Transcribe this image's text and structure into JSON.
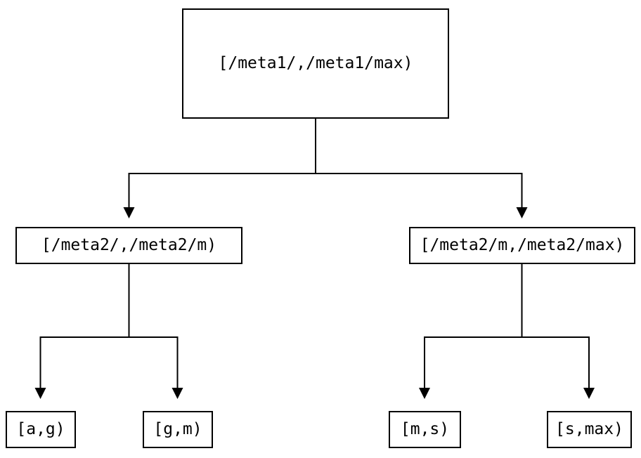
{
  "diagram": {
    "type": "binary-interval-tree",
    "background_color": "#ffffff",
    "line_color": "#000000",
    "node_border_color": "#000000",
    "node_fill_color": "#ffffff",
    "text_color": "#000000",
    "nodes": {
      "root": {
        "label": "[/meta1/,/meta1/max)"
      },
      "meta2_low": {
        "label": "[/meta2/,/meta2/m)"
      },
      "meta2_high": {
        "label": "[/meta2/m,/meta2/max)"
      },
      "leaf_a_g": {
        "label": "[a,g)"
      },
      "leaf_g_m": {
        "label": "[g,m)"
      },
      "leaf_m_s": {
        "label": "[m,s)"
      },
      "leaf_s_max": {
        "label": "[s,max)"
      }
    },
    "edges": [
      {
        "from": "root",
        "to": "meta2_low"
      },
      {
        "from": "root",
        "to": "meta2_high"
      },
      {
        "from": "meta2_low",
        "to": "leaf_a_g"
      },
      {
        "from": "meta2_low",
        "to": "leaf_g_m"
      },
      {
        "from": "meta2_high",
        "to": "leaf_m_s"
      },
      {
        "from": "meta2_high",
        "to": "leaf_s_max"
      }
    ]
  }
}
